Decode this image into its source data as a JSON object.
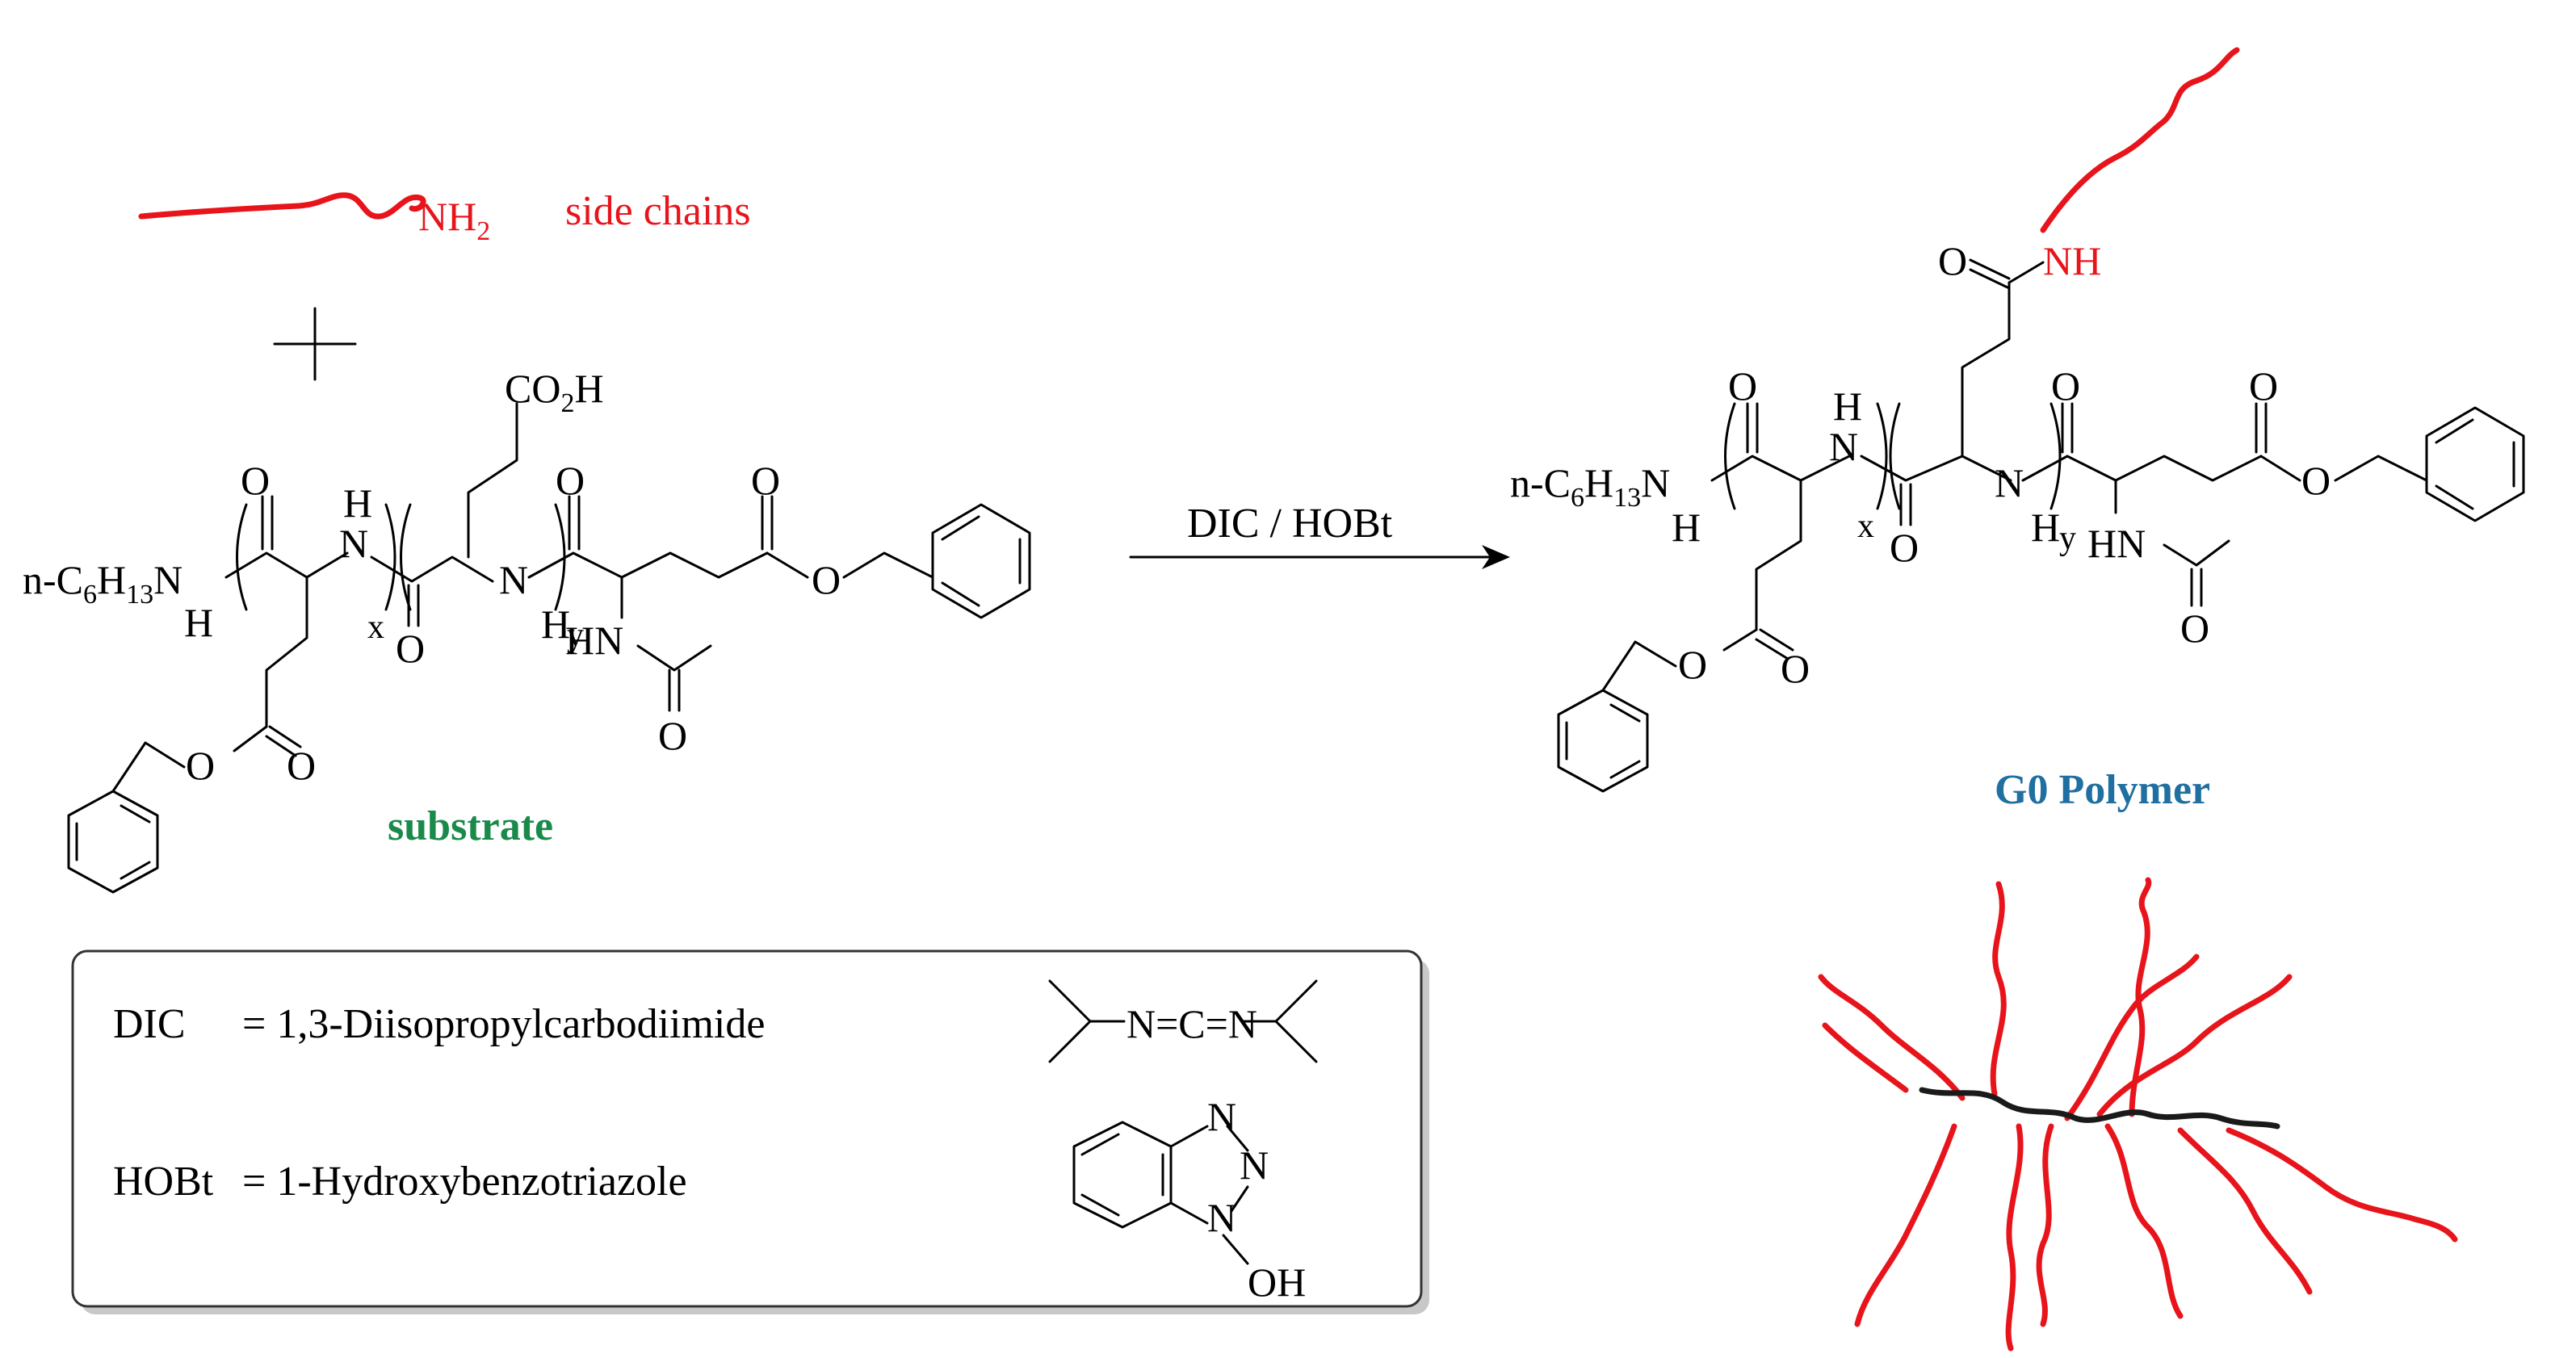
{
  "colors": {
    "side_chain": "#e8141b",
    "substrate_label": "#1a8a4a",
    "polymer_label": "#1f6fa0",
    "backbone": "#1a1a1a"
  },
  "side_chain": {
    "group": "NH",
    "subscript": "2",
    "label": "side chains"
  },
  "plus": "+",
  "reaction": {
    "reagents": "DIC / HOBt"
  },
  "substrate": {
    "label": "substrate",
    "nhex_prefix": "n-C",
    "nhex_sub6": "6",
    "nhex_H": "H",
    "nhex_sub13": "13",
    "N": "N",
    "H": "H",
    "O": "O",
    "CO2H_a": "CO",
    "CO2H_sub": "2",
    "CO2H_b": "H",
    "x": "x",
    "y": "y",
    "HN": "HN"
  },
  "product": {
    "label": "G0 Polymer",
    "NH": "NH"
  },
  "legend": {
    "dic_abbr": "DIC",
    "dic_name": "= 1,3-Diisopropylcarbodiimide",
    "dic_struct": "N=C=N",
    "hobt_abbr": "HOBt",
    "hobt_name": "= 1-Hydroxybenzotriazole",
    "hobt_N": "N",
    "hobt_OH": "OH"
  }
}
